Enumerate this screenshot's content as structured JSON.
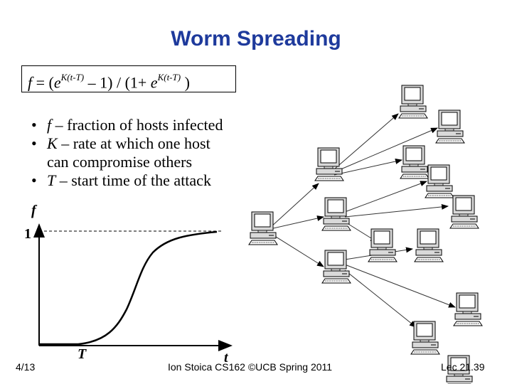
{
  "slide": {
    "title": "Worm Spreading",
    "formula": {
      "lhs": "f",
      "eq": " = (",
      "e1": "e",
      "exp1": "K(t-T)",
      "mid": " – 1) / (1+ ",
      "e2": "e",
      "exp2": "K(t-T)",
      "end": " )"
    },
    "bullets": [
      {
        "var": "f",
        "text": " – fraction of hosts infected"
      },
      {
        "var": "K",
        "text": " – rate at which one host",
        "cont": "can compromise others"
      },
      {
        "var": "T",
        "text": " – start time of the attack"
      }
    ],
    "graph": {
      "y_label": "f",
      "y_tick": "1",
      "x_label_start": "T",
      "x_label": "t"
    },
    "footer": {
      "date": "4/13",
      "course": "Ion Stoica CS162 ©UCB Spring 2011",
      "lecture": "Lec 21.39"
    }
  },
  "colors": {
    "title": "#1e3a9c",
    "text": "#000000",
    "computer_body": "#d9d9d9"
  },
  "icons": {
    "computer": "desktop-computer-icon"
  }
}
